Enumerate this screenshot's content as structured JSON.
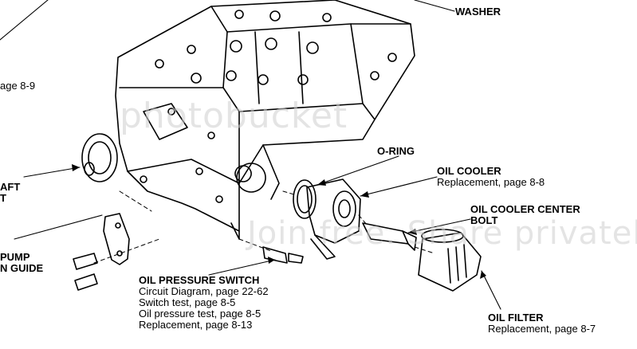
{
  "labels": {
    "washer": "WASHER",
    "page_8_9": "age 8-9",
    "aft_line1": "AFT",
    "aft_line2": "T",
    "pump_line1": "PUMP",
    "pump_line2": "N GUIDE",
    "o_ring": "O-RING",
    "oil_cooler": {
      "title": "OIL COOLER",
      "lines": [
        "Replacement, page 8-8"
      ]
    },
    "oil_cooler_center_bolt": {
      "title_line1": "OIL COOLER CENTER",
      "title_line2": "BOLT"
    },
    "oil_pressure_switch": {
      "title": "OIL PRESSURE SWITCH",
      "lines": [
        "Circuit Diagram, page 22-62",
        "Switch test, page 8-5",
        "Oil pressure test, page 8-5",
        "Replacement, page 8-13"
      ]
    },
    "oil_filter": {
      "title": "OIL FILTER",
      "lines": [
        "Replacement, page 8-7"
      ]
    }
  },
  "watermark": {
    "line1": "photobucket",
    "line2": "Join free. Share privately."
  },
  "colors": {
    "ink": "#000000",
    "background": "#ffffff",
    "watermark": "#cfcfcf"
  }
}
